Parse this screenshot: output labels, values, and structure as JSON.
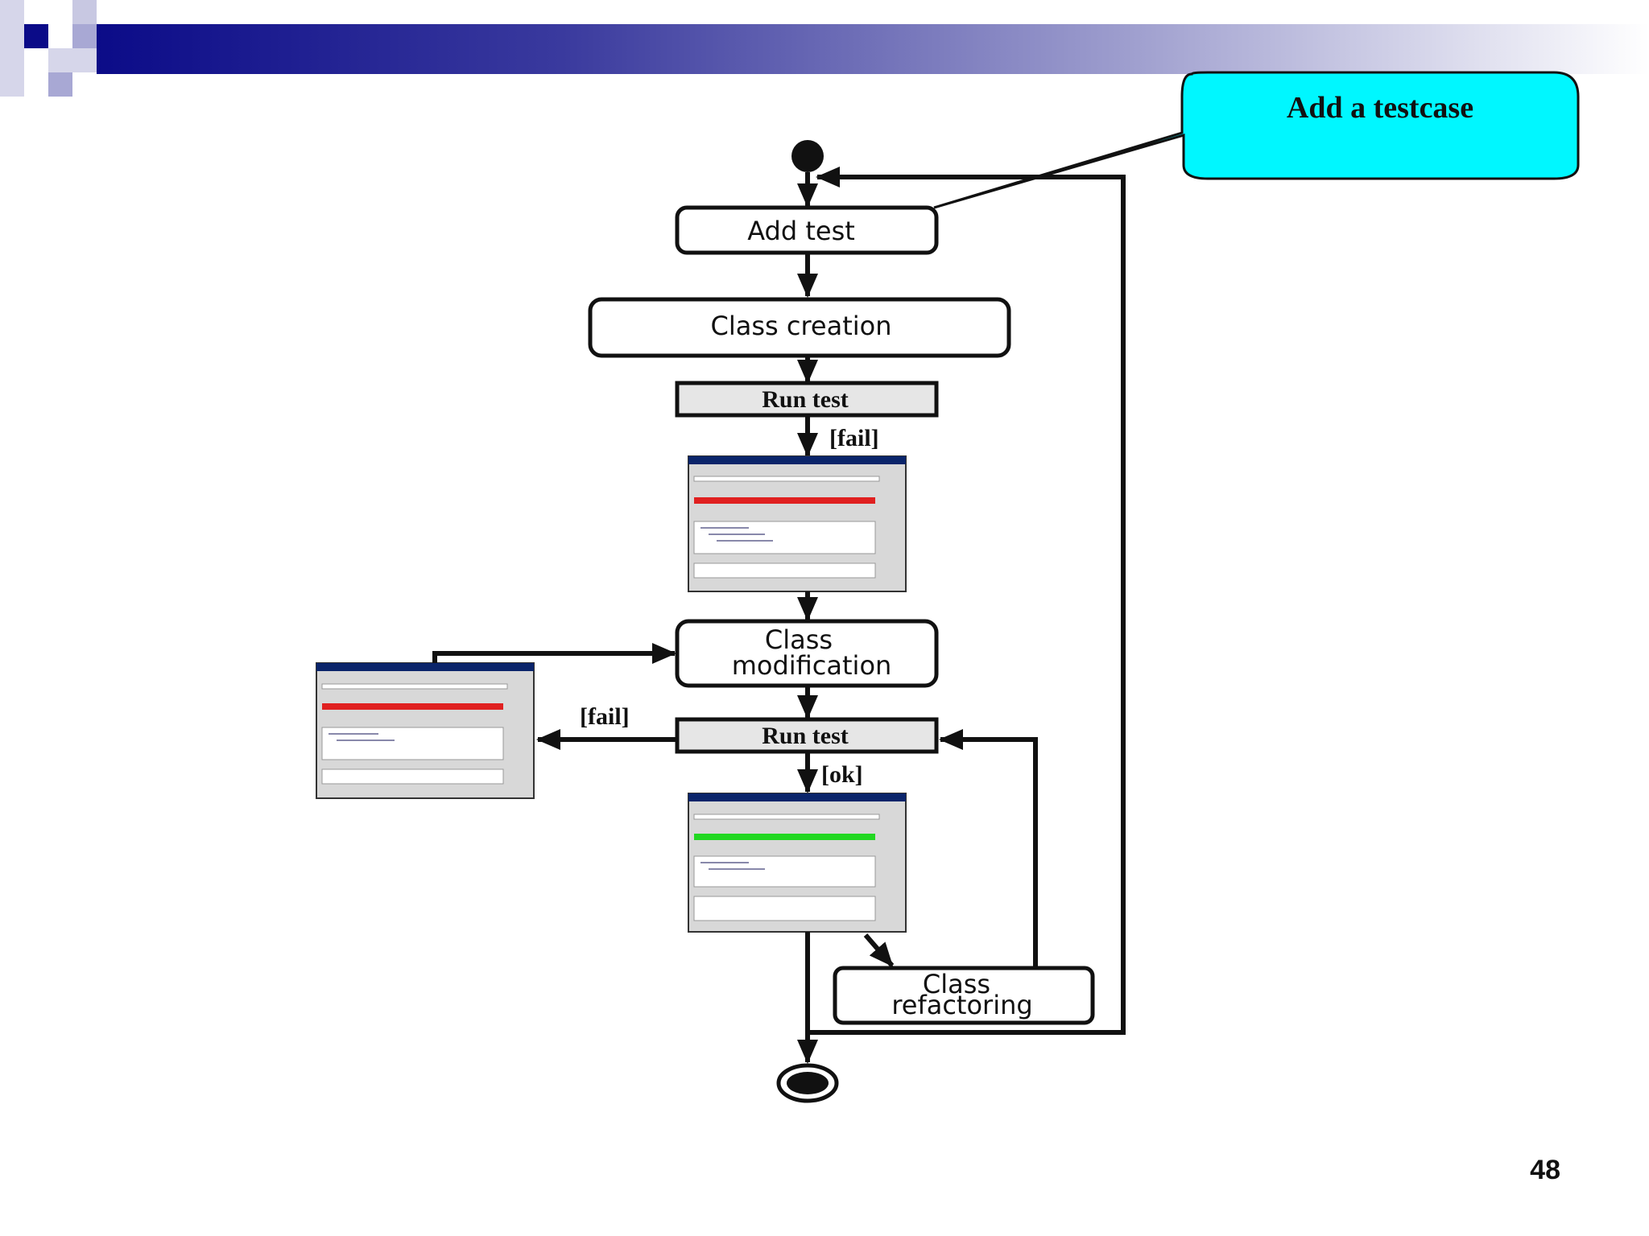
{
  "callout": {
    "text": "Add a testcase"
  },
  "boxes": {
    "add_test": "Add test",
    "class_creation": "Class creation",
    "run_test_1": "Run test",
    "class_modification_line1": "Class",
    "class_modification_line2": "modification",
    "run_test_2": "Run test",
    "class_refactoring_line1": "Class",
    "class_refactoring_line2": "refactoring"
  },
  "guards": {
    "fail_1": "[fail]",
    "fail_2": "[fail]",
    "ok": "[ok]"
  },
  "screenshots": {
    "fail_bar_color": "#e02020",
    "ok_bar_color": "#22d822"
  },
  "colors": {
    "header_dark": "#0b0b88",
    "callout_fill": "#00f7ff",
    "run_box_fill": "#e6e6e6"
  },
  "page_number": "48"
}
